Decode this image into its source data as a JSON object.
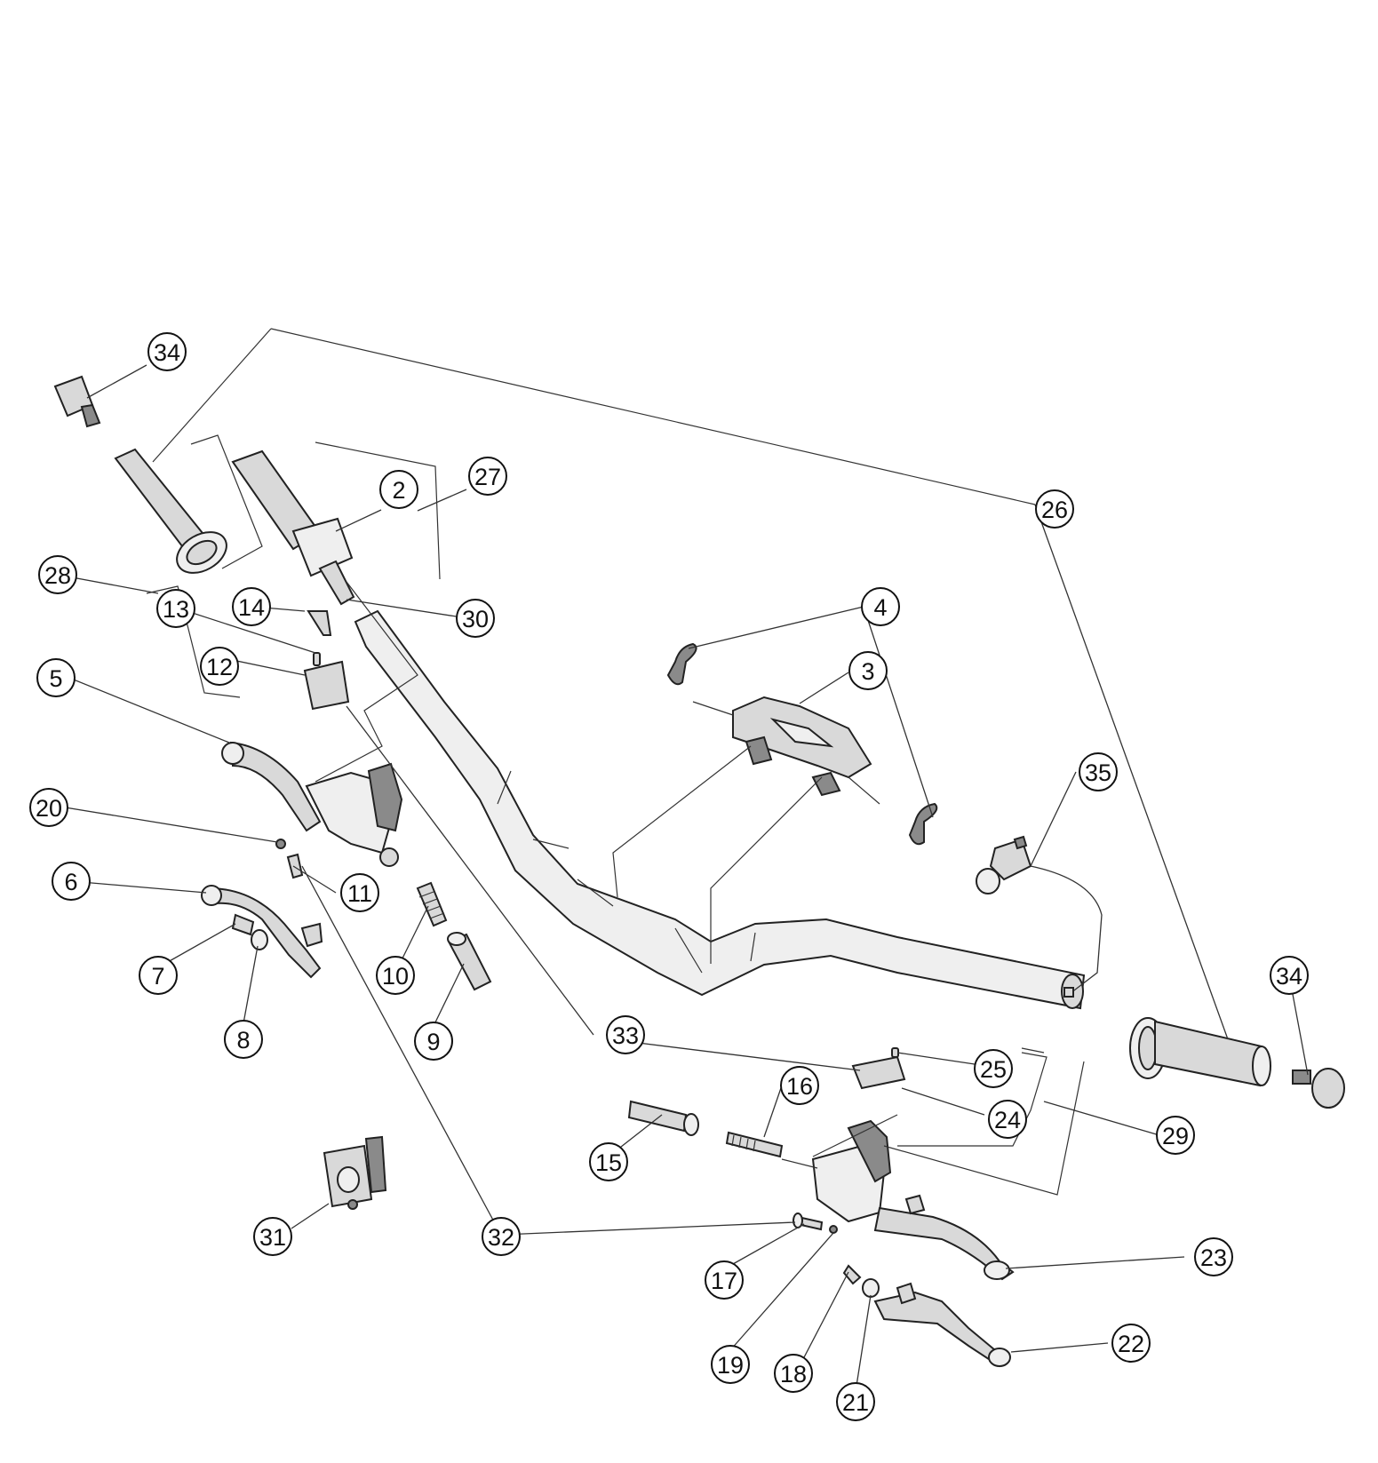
{
  "callouts": {
    "c2": "2",
    "c3": "3",
    "c4": "4",
    "c5": "5",
    "c6": "6",
    "c7": "7",
    "c8": "8",
    "c9": "9",
    "c10": "10",
    "c11": "11",
    "c12": "12",
    "c13": "13",
    "c14": "14",
    "c15": "15",
    "c16": "16",
    "c17": "17",
    "c18": "18",
    "c19": "19",
    "c20": "20",
    "c21": "21",
    "c22": "22",
    "c23": "23",
    "c24": "24",
    "c25": "25",
    "c26": "26",
    "c27": "27",
    "c28": "28",
    "c29": "29",
    "c30": "30",
    "c31": "31",
    "c32": "32",
    "c33": "33",
    "c34_left": "34",
    "c34_right": "34",
    "c35": "35"
  }
}
